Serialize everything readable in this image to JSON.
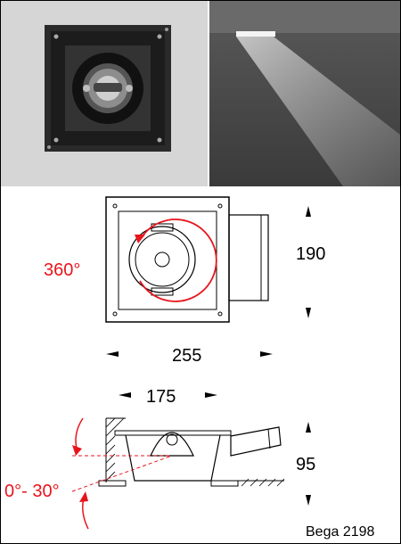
{
  "dimensions": {
    "rotation": "360°",
    "height": "190",
    "width_outer": "255",
    "width_cutout": "175",
    "depth": "95",
    "tilt": "0°- 30°"
  },
  "product_code": "Bega 2198",
  "colors": {
    "accent": "#e8141c",
    "line": "#000000",
    "photo_bg": "#d7d7d7",
    "housing": "#2b2b2b"
  }
}
